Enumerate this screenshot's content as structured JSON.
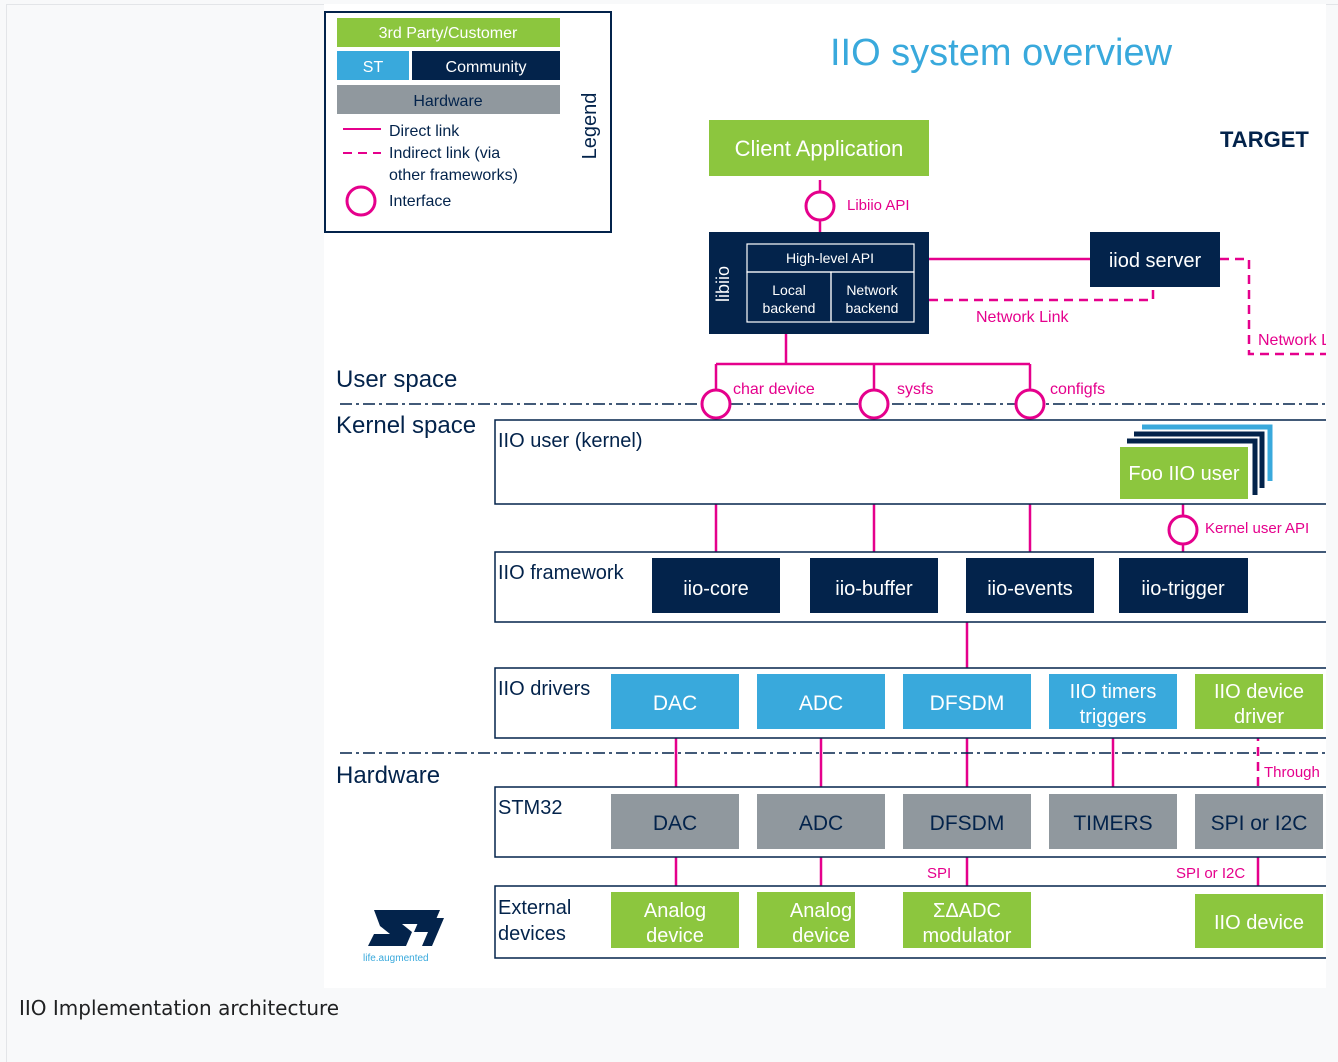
{
  "caption": "IIO Implementation architecture",
  "colors": {
    "green": "#8cc63e",
    "blue": "#39a9dc",
    "navy": "#03234b",
    "grey": "#90989e",
    "magenta": "#e5008c",
    "title": "#39a9dc"
  },
  "legend": {
    "third_party": "3rd Party/Customer",
    "st": "ST",
    "community": "Community",
    "hardware": "Hardware",
    "direct_link": "Direct link",
    "indirect_link_1": "Indirect link (via",
    "indirect_link_2": "other frameworks)",
    "interface": "Interface",
    "title": "Legend"
  },
  "diagram": {
    "title": "IIO system overview",
    "target": "TARGET",
    "client_app": "Client Application",
    "libiio_api": "Libiio API",
    "libiio_label": "libiio",
    "high_level_api": "High-level API",
    "local_backend_1": "Local",
    "local_backend_2": "backend",
    "network_backend_1": "Network",
    "network_backend_2": "backend",
    "iiod_server": "iiod server",
    "network_link": "Network Link",
    "network_link_cut": "Network L",
    "user_space": "User space",
    "kernel_space": "Kernel space",
    "hardware_space": "Hardware",
    "char_device": "char device",
    "sysfs": "sysfs",
    "configfs": "configfs",
    "iio_user_kernel": "IIO  user (kernel)",
    "foo_iio_user": "Foo IIO  user",
    "kernel_user_api": "Kernel user API",
    "iio_framework": "IIO  framework",
    "iio_core": "iio-core",
    "iio_buffer": "iio-buffer",
    "iio_events": "iio-events",
    "iio_trigger": "iio-trigger",
    "iio_drivers": "IIO  drivers",
    "drv_dac": "DAC",
    "drv_adc": "ADC",
    "drv_dfsdm": "DFSDM",
    "drv_timers_1": "IIO  timers",
    "drv_timers_2": "triggers",
    "drv_device_1": "IIO  device",
    "drv_device_2": "driver",
    "through": "Through",
    "stm32": "STM32",
    "hw_dac": "DAC",
    "hw_adc": "ADC",
    "hw_dfsdm": "DFSDM",
    "hw_timers": "TIMERS",
    "hw_spi_i2c": "SPI or I2C",
    "spi": "SPI",
    "spi_or_i2c": "SPI or I2C",
    "external_1": "External",
    "external_2": "devices",
    "analog_1_a": "Analog",
    "analog_1_b": "device",
    "analog_2_a": "Analog",
    "analog_2_b": "device",
    "sd_adc_1": "ΣΔADC",
    "sd_adc_2": "modulator",
    "iio_device": "IIO  device",
    "st_tagline": "life.augmented"
  }
}
